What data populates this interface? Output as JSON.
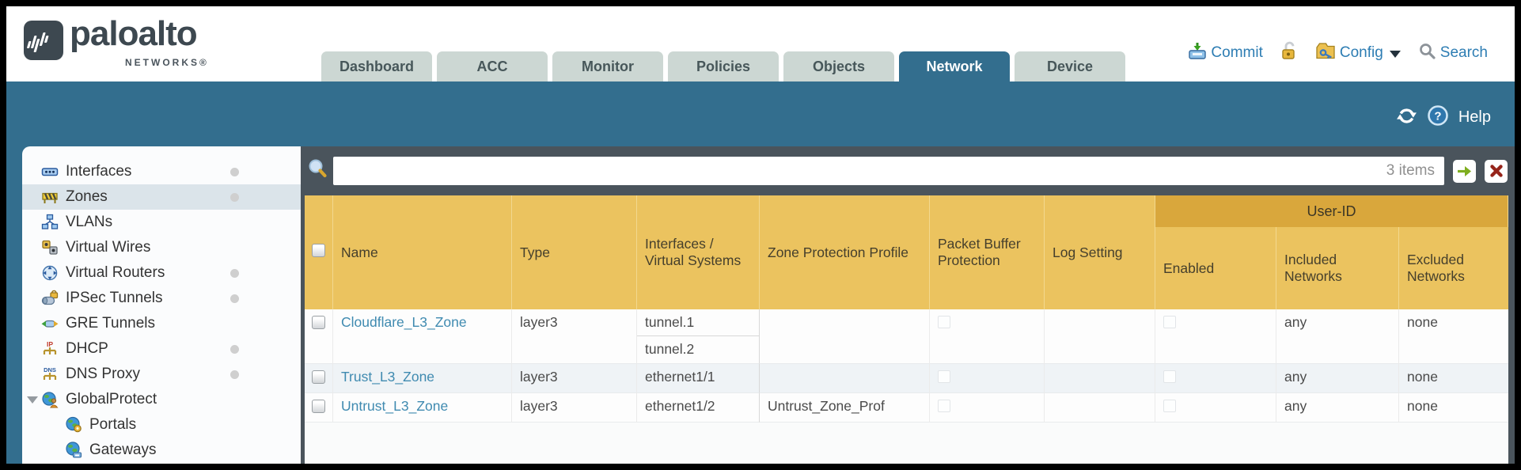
{
  "header": {
    "brand": "paloalto",
    "brand_sub": "NETWORKS®",
    "tabs": [
      {
        "label": "Dashboard"
      },
      {
        "label": "ACC"
      },
      {
        "label": "Monitor"
      },
      {
        "label": "Policies"
      },
      {
        "label": "Objects"
      },
      {
        "label": "Network"
      },
      {
        "label": "Device"
      }
    ],
    "active_tab": "Network",
    "utilities": {
      "commit": "Commit",
      "config": "Config",
      "search": "Search"
    }
  },
  "toolbar": {
    "help": "Help"
  },
  "sidebar": {
    "selected": "Zones",
    "items": [
      {
        "label": "Interfaces"
      },
      {
        "label": "Zones"
      },
      {
        "label": "VLANs"
      },
      {
        "label": "Virtual Wires"
      },
      {
        "label": "Virtual Routers"
      },
      {
        "label": "IPSec Tunnels"
      },
      {
        "label": "GRE Tunnels"
      },
      {
        "label": "DHCP"
      },
      {
        "label": "DNS Proxy"
      },
      {
        "label": "GlobalProtect"
      },
      {
        "label": "Portals"
      },
      {
        "label": "Gateways"
      }
    ]
  },
  "filterbar": {
    "value": "",
    "items_count": "3 items"
  },
  "table": {
    "group_header": "User-ID",
    "columns": [
      {
        "label": "Name"
      },
      {
        "label": "Type"
      },
      {
        "label": "Interfaces / Virtual Systems"
      },
      {
        "label": "Zone Protection Profile"
      },
      {
        "label": "Packet Buffer Protection"
      },
      {
        "label": "Log Setting"
      },
      {
        "label": "Enabled"
      },
      {
        "label": "Included Networks"
      },
      {
        "label": "Excluded Networks"
      }
    ],
    "rows": [
      {
        "name": "Cloudflare_L3_Zone",
        "type": "layer3",
        "interfaces": [
          "tunnel.1",
          "tunnel.2"
        ],
        "zone_protection_profile": "",
        "log_setting": "",
        "included_networks": "any",
        "excluded_networks": "none"
      },
      {
        "name": "Trust_L3_Zone",
        "type": "layer3",
        "interfaces": [
          "ethernet1/1"
        ],
        "zone_protection_profile": "",
        "log_setting": "",
        "included_networks": "any",
        "excluded_networks": "none"
      },
      {
        "name": "Untrust_L3_Zone",
        "type": "layer3",
        "interfaces": [
          "ethernet1/2"
        ],
        "zone_protection_profile": "Untrust_Zone_Prof",
        "log_setting": "",
        "included_networks": "any",
        "excluded_networks": "none"
      }
    ]
  }
}
